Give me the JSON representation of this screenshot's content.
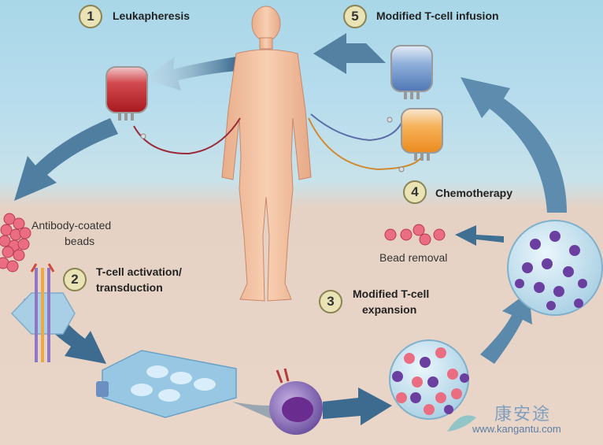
{
  "steps": [
    {
      "number": "1",
      "label": "Leukapheresis"
    },
    {
      "number": "2",
      "label_line1": "T-cell activation/",
      "label_line2": "transduction"
    },
    {
      "number": "3",
      "label_line1": "Modified T-cell",
      "label_line2": "expansion"
    },
    {
      "number": "4",
      "label": "Chemotherapy"
    },
    {
      "number": "5",
      "label": "Modified T-cell infusion"
    }
  ],
  "annotations": {
    "beads_line1": "Antibody-coated",
    "beads_line2": "beads",
    "bead_removal": "Bead removal"
  },
  "watermark": {
    "chinese": "康安途",
    "url": "www.kangantu.com"
  },
  "colors": {
    "sky": "#b6dced",
    "ground": "#ead6c8",
    "arrow_blue": "#3f6f93",
    "blood_bag": "#c0282e",
    "infusion_bag": "#6f95c9",
    "chemo_bag": "#f29a2e",
    "bead_pink": "#e8647a",
    "cell_purple": "#6b3fa0",
    "badge_fill": "#e9e3b6"
  }
}
